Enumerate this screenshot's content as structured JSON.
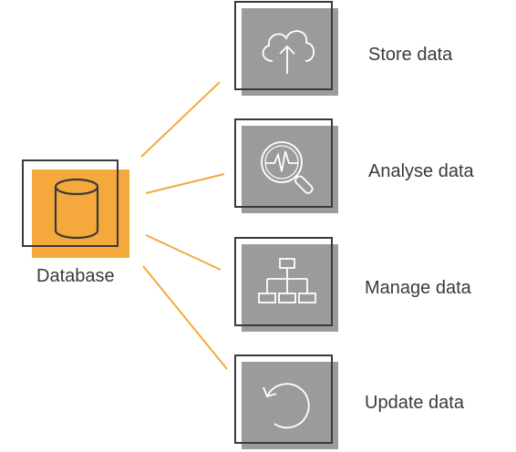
{
  "central": {
    "label": "Database",
    "icon": "database-icon"
  },
  "functions": [
    {
      "label": "Store data",
      "icon": "cloud-upload-icon"
    },
    {
      "label": "Analyse data",
      "icon": "magnifier-pulse-icon"
    },
    {
      "label": "Manage data",
      "icon": "org-chart-icon"
    },
    {
      "label": "Update data",
      "icon": "refresh-icon"
    }
  ],
  "colors": {
    "accent": "#F5A93D",
    "connector": "#F5A93D",
    "tile": "#9B9B9B",
    "frame": "#3A3A3A",
    "icon_stroke": "#FFFFFF",
    "text": "#3A3A3A"
  }
}
